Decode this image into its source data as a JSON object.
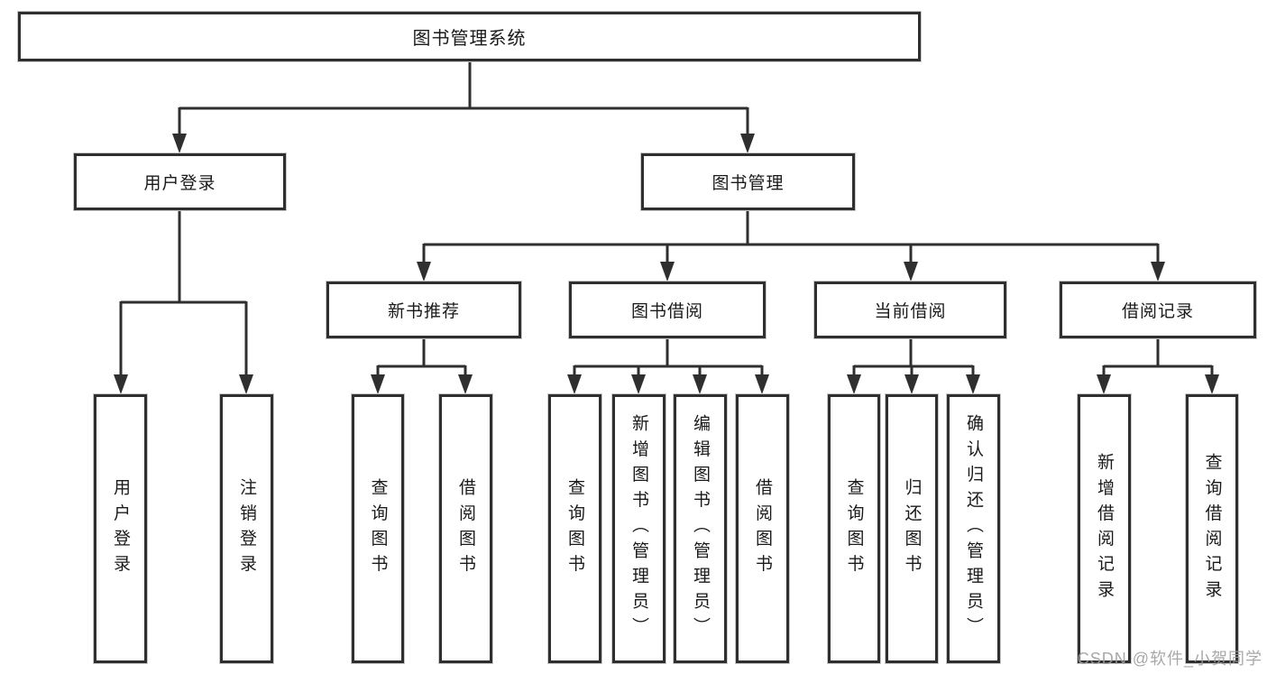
{
  "diagram_title": "图书管理系统",
  "tree": {
    "root": "图书管理系统",
    "children": [
      {
        "label": "用户登录",
        "children": [
          {
            "label": "用户登录"
          },
          {
            "label": "注销登录"
          }
        ]
      },
      {
        "label": "图书管理",
        "children": [
          {
            "label": "新书推荐",
            "children": [
              {
                "label": "查询图书"
              },
              {
                "label": "借阅图书"
              }
            ]
          },
          {
            "label": "图书借阅",
            "children": [
              {
                "label": "查询图书"
              },
              {
                "label": "新增图书（管理员）"
              },
              {
                "label": "编辑图书（管理员）"
              },
              {
                "label": "借阅图书"
              }
            ]
          },
          {
            "label": "当前借阅",
            "children": [
              {
                "label": "查询图书"
              },
              {
                "label": "归还图书"
              },
              {
                "label": "确认归还（管理员）"
              }
            ]
          },
          {
            "label": "借阅记录",
            "children": [
              {
                "label": "新增借阅记录"
              },
              {
                "label": "查询借阅记录"
              }
            ]
          }
        ]
      }
    ]
  },
  "watermark": {
    "text": "CSDN @软件_小贺同学"
  },
  "colors": {
    "line": "#2f2f2f",
    "text": "#1a1a1a",
    "background": "#ffffff",
    "watermark": "#9e9e9e"
  }
}
